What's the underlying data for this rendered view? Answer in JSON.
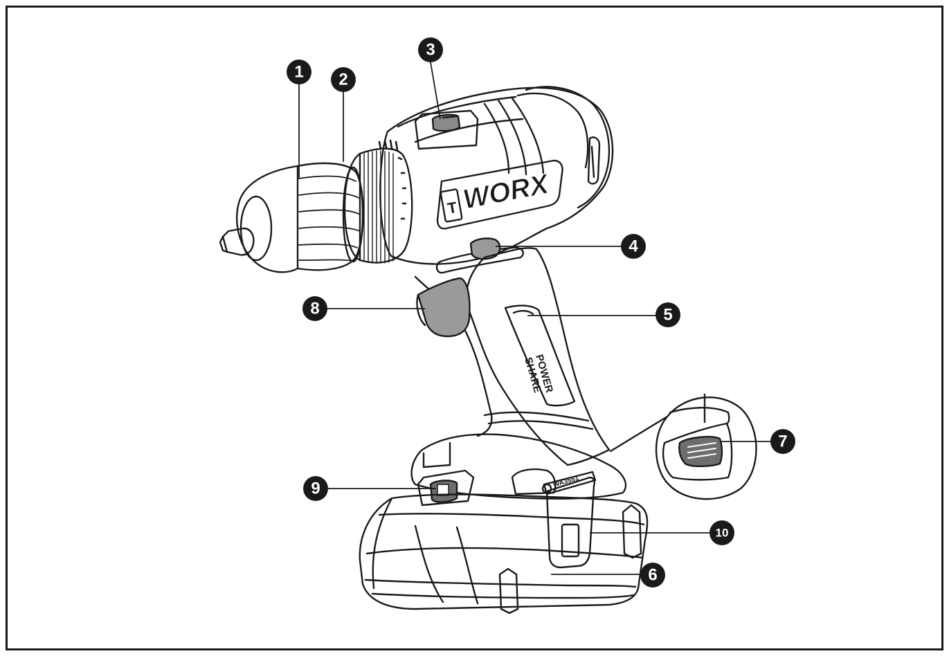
{
  "figure": {
    "brand_logo_text": "WORX",
    "brand_badge_letter": "T",
    "handle_stamp_line1": "POWER",
    "handle_stamp_line2": "SHARE",
    "battery_label_text": "WA3551"
  },
  "callouts": [
    {
      "id": "1",
      "label": "1"
    },
    {
      "id": "2",
      "label": "2"
    },
    {
      "id": "3",
      "label": "3"
    },
    {
      "id": "4",
      "label": "4"
    },
    {
      "id": "5",
      "label": "5"
    },
    {
      "id": "6",
      "label": "6"
    },
    {
      "id": "7",
      "label": "7"
    },
    {
      "id": "8",
      "label": "8"
    },
    {
      "id": "9",
      "label": "9"
    },
    {
      "id": "10",
      "label": "10"
    }
  ],
  "colors": {
    "ink": "#1a1a1a",
    "trigger_gray": "#9a9a9a",
    "button_gray": "#6e6e6e",
    "switch_gray": "#8a8a8a"
  }
}
